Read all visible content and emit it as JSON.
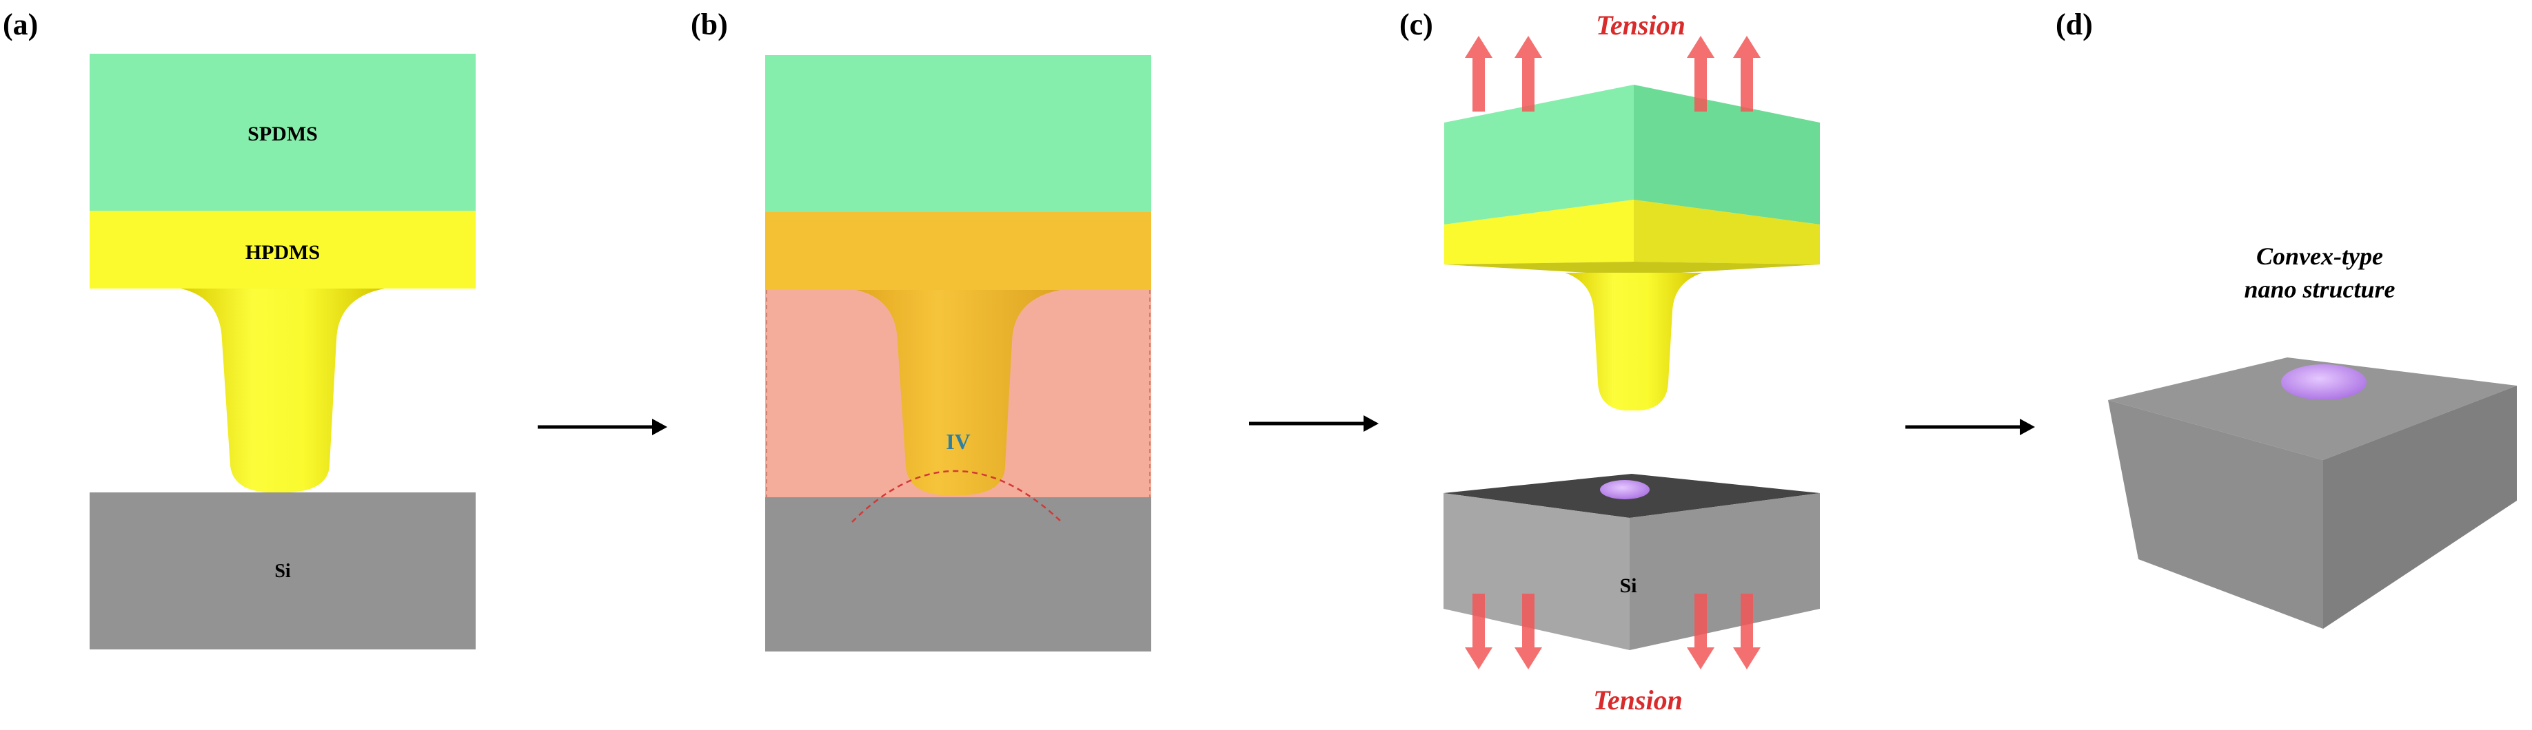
{
  "panels": {
    "a": {
      "tag": "(a)",
      "layer_top": "SPDMS",
      "layer_middle": "HPDMS",
      "substrate": "Si"
    },
    "b": {
      "tag": "(b)",
      "region_label": "IV"
    },
    "c": {
      "tag": "(c)",
      "tension_top": "Tension",
      "tension_bottom": "Tension",
      "substrate": "Si"
    },
    "d": {
      "tag": "(d)",
      "caption_line1": "Convex-type",
      "caption_line2": "nano structure"
    }
  },
  "colors": {
    "spdms": "#86eeac",
    "hpdms": "#fafa2f",
    "silicon": "#939393",
    "resin": "#f4ad9a",
    "resin_overlap": "#f4c135",
    "nano_dot": "#b77fe9",
    "arrow_red": "#f25757",
    "tension_text": "#d92b2b",
    "region_label": "#2f7fa3"
  }
}
